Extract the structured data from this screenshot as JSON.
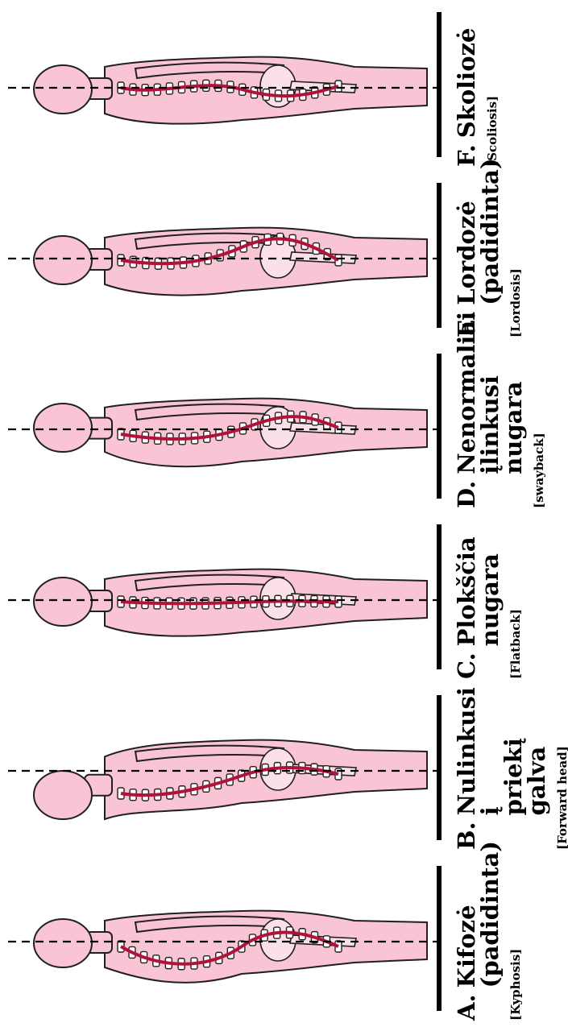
{
  "panels": [
    {
      "letter": "A.",
      "title_lines": [
        "Kifozė",
        "(padidinta)"
      ],
      "title_en": "[Kyphosis]",
      "posture": "kyphosis"
    },
    {
      "letter": "B.",
      "title_lines": [
        "Nulinkusi į",
        "priekį",
        "galva"
      ],
      "title_en": "[Forward head]",
      "posture": "forward-head"
    },
    {
      "letter": "C.",
      "title_lines": [
        "Plokščia",
        "nugara"
      ],
      "title_en": "[Flatback]",
      "posture": "flatback"
    },
    {
      "letter": "D.",
      "title_lines": [
        "Nenormaliai",
        "įlinkusi",
        "nugara"
      ],
      "title_en": "[swayback]",
      "posture": "swayback"
    },
    {
      "letter": "E.",
      "title_lines": [
        "Lordozė",
        "(padidinta)"
      ],
      "title_en": "[Lordosis]",
      "posture": "lordosis"
    },
    {
      "letter": "F.",
      "title_lines": [
        "Skoliozė"
      ],
      "title_en": "[Scoliosis]",
      "posture": "scoliosis"
    }
  ],
  "colors": {
    "skin": "#f9c4d4",
    "spine": "#b0123a",
    "outline": "#202020"
  }
}
